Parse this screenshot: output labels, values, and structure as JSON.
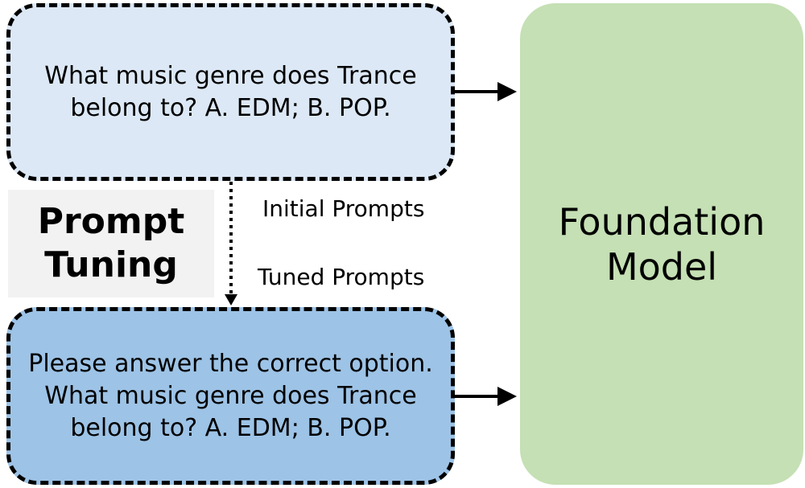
{
  "initial_prompt": {
    "text": "What music genre does Trance\nbelong to? A. EDM; B. POP."
  },
  "tuned_prompt": {
    "text": "Please answer the correct option.\nWhat music genre does Trance\nbelong to? A. EDM; B. POP."
  },
  "foundation_model": {
    "label": "Foundation\nModel"
  },
  "prompt_tuning": {
    "label": "Prompt\nTuning"
  },
  "labels": {
    "initial": "Initial Prompts",
    "tuned": "Tuned Prompts"
  },
  "colors": {
    "initial_box": "#dce8f5",
    "tuned_box": "#9dc3e6",
    "foundation_box": "#c5e0b4",
    "tuning_box": "#f2f2f2"
  }
}
